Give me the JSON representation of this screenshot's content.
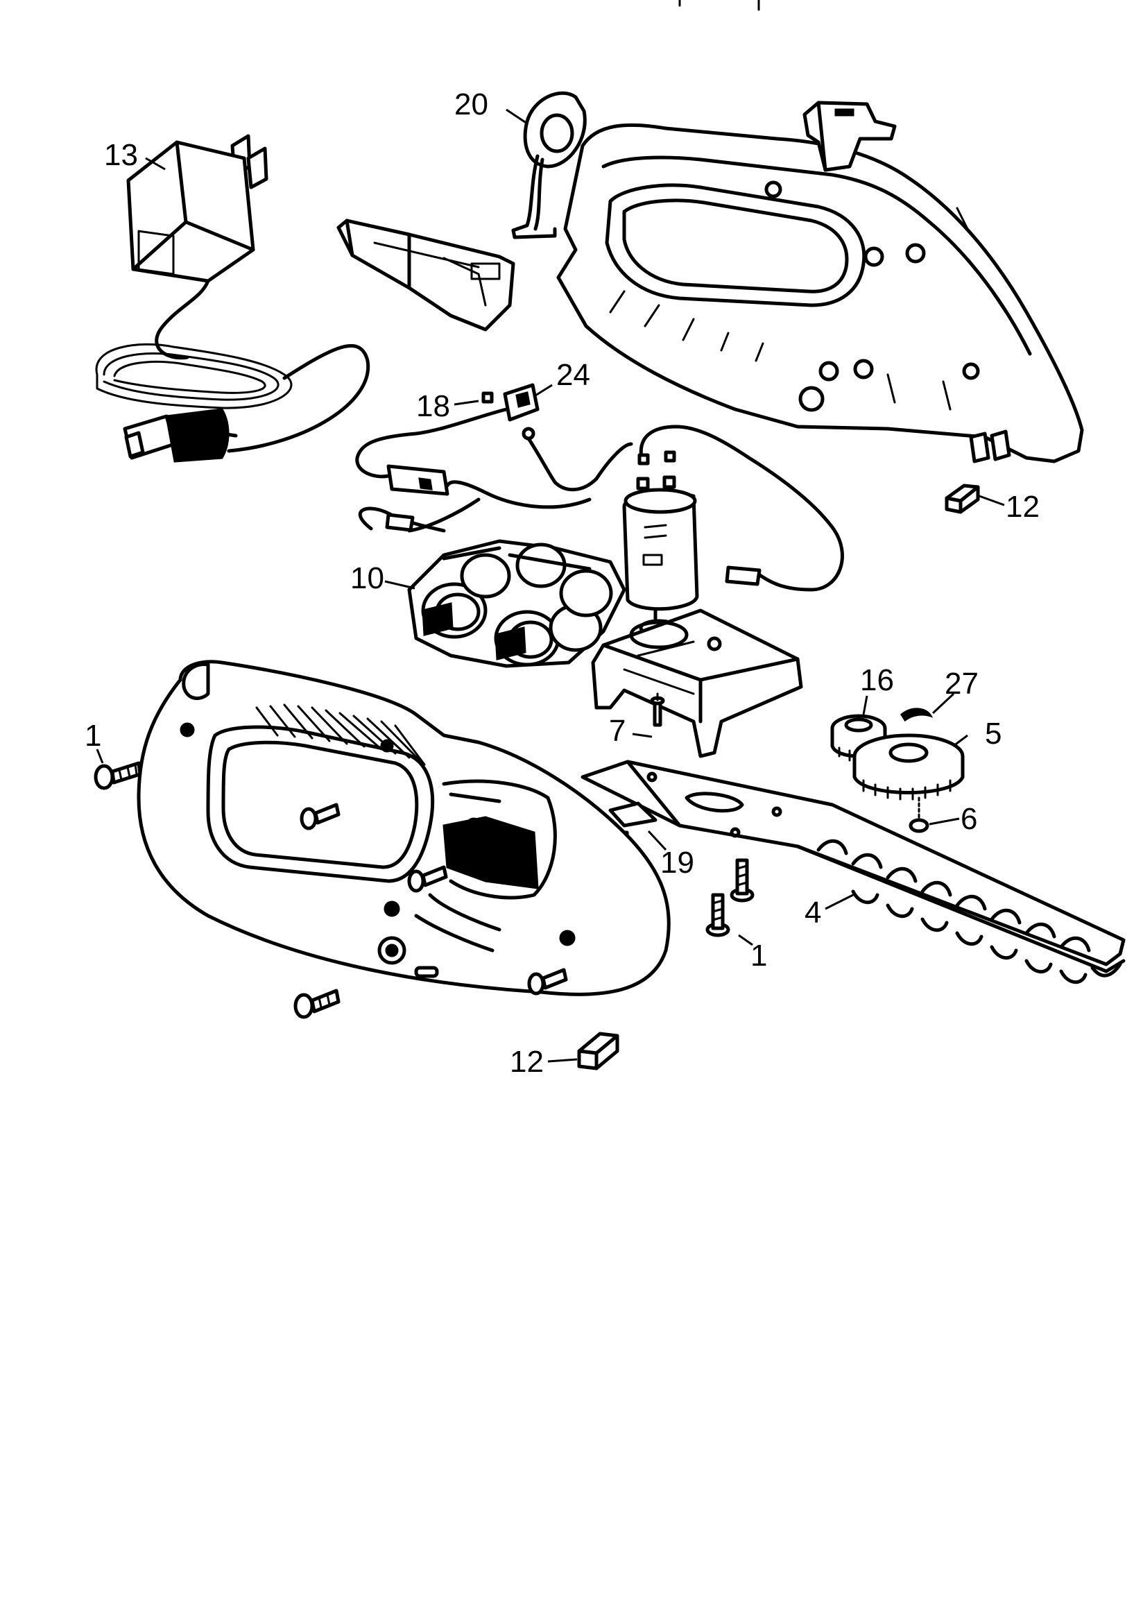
{
  "callouts": {
    "c20": "20",
    "c13": "13",
    "c18": "18",
    "c24": "24",
    "c12_top": "12",
    "c10": "10",
    "c16": "16",
    "c27": "27",
    "c5": "5",
    "c1_left": "1",
    "c7": "7",
    "c6": "6",
    "c19": "19",
    "c4": "4",
    "c1_right": "1",
    "c12_bottom": "12"
  }
}
